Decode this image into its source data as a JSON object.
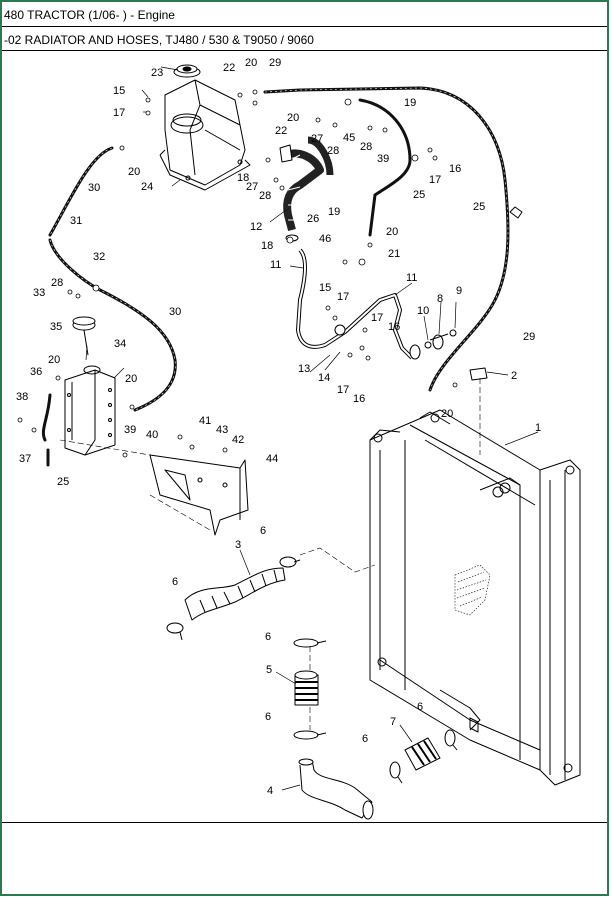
{
  "header": {
    "title_line1": "480 TRACTOR (1/06- ) - Engine",
    "title_line2": "-02 RADIATOR AND HOSES, TJ480 / 530 & T9050 / 9060"
  },
  "callouts": {
    "c1": "1",
    "c2": "2",
    "c3": "3",
    "c4": "4",
    "c5": "5",
    "c6a": "6",
    "c6b": "6",
    "c6c": "6",
    "c6d": "6",
    "c6e": "6",
    "c6f": "6",
    "c7": "7",
    "c8": "8",
    "c9": "9",
    "c10": "10",
    "c11a": "11",
    "c11b": "11",
    "c12": "12",
    "c13": "13",
    "c14": "14",
    "c15a": "15",
    "c15b": "15",
    "c16a": "16",
    "c16b": "16",
    "c16c": "16",
    "c17a": "17",
    "c17b": "17",
    "c17c": "17",
    "c17d": "17",
    "c17e": "17",
    "c18a": "18",
    "c18b": "18",
    "c19a": "19",
    "c19b": "19",
    "c20a": "20",
    "c20b": "20",
    "c20c": "20",
    "c20d": "20",
    "c20e": "20",
    "c20f": "20",
    "c20g": "20",
    "c21": "21",
    "c22a": "22",
    "c22b": "22",
    "c23": "23",
    "c24": "24",
    "c25a": "25",
    "c25b": "25",
    "c25c": "25",
    "c26": "26",
    "c27a": "27",
    "c27b": "27",
    "c28a": "28",
    "c28b": "28",
    "c28c": "28",
    "c28d": "28",
    "c29a": "29",
    "c29b": "29",
    "c30a": "30",
    "c30b": "30",
    "c31": "31",
    "c32": "32",
    "c33": "33",
    "c34": "34",
    "c35": "35",
    "c36": "36",
    "c37": "37",
    "c38": "38",
    "c39a": "39",
    "c39b": "39",
    "c40": "40",
    "c41": "41",
    "c42": "42",
    "c43": "43",
    "c44": "44",
    "c45": "45",
    "c46": "46"
  },
  "colors": {
    "frame": "#2d7a4e",
    "ink": "#000000",
    "hose": "#1a1a1a"
  }
}
